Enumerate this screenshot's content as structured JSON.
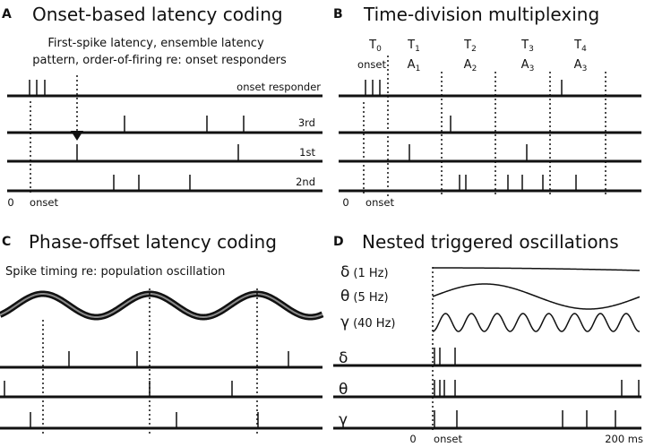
{
  "panelA": {
    "label": "A",
    "title": "Onset-based latency coding",
    "subtitle_line1": "First-spike latency, ensemble latency",
    "subtitle_line2": "pattern, order-of-firing re: onset responders",
    "row_labels": [
      "onset responder",
      "3rd",
      "1st",
      "2nd"
    ],
    "axis_zero": "0",
    "axis_onset": "onset"
  },
  "panelB": {
    "label": "B",
    "title": "Time-division multiplexing",
    "slots": [
      {
        "t": "T",
        "t_sub": "0",
        "a": "onset",
        "a_sub": ""
      },
      {
        "t": "T",
        "t_sub": "1",
        "a": "A",
        "a_sub": "1"
      },
      {
        "t": "T",
        "t_sub": "2",
        "a": "A",
        "a_sub": "2"
      },
      {
        "t": "T",
        "t_sub": "3",
        "a": "A",
        "a_sub": "3"
      },
      {
        "t": "T",
        "t_sub": "4",
        "a": "A",
        "a_sub": "3"
      }
    ],
    "axis_zero": "0",
    "axis_onset": "onset"
  },
  "panelC": {
    "label": "C",
    "title": "Phase-offset latency coding",
    "subtitle": "Spike timing re: population oscillation"
  },
  "panelD": {
    "label": "D",
    "title": "Nested triggered oscillations",
    "oscillations": [
      {
        "symbol": "δ",
        "freq": "(1 Hz)"
      },
      {
        "symbol": "θ",
        "freq": "(5 Hz)"
      },
      {
        "symbol": "γ",
        "freq": "(40 Hz)"
      }
    ],
    "raster_symbols": [
      "δ",
      "θ",
      "γ"
    ],
    "axis_zero": "0",
    "axis_onset": "onset",
    "axis_end": "200 ms"
  }
}
